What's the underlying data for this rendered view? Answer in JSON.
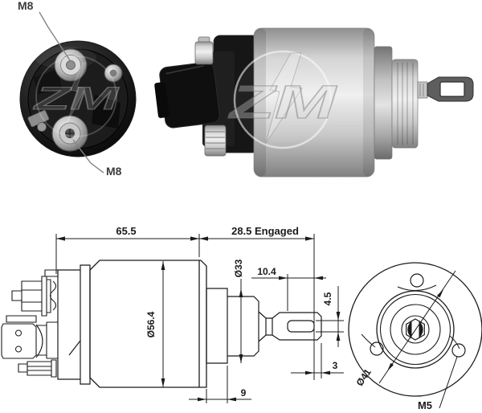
{
  "brand": {
    "watermark": "ZM"
  },
  "photos": {
    "rear_view": {
      "terminal_label_top": "M8",
      "terminal_label_bottom": "M8"
    },
    "side_view": {}
  },
  "drawing": {
    "side_view": {
      "body_length": "65.5",
      "plunger_engaged": "28.5 Engaged",
      "flange_diameter": "Ø33",
      "fork_slot_length": "10.4",
      "fork_slot_width": "4.5",
      "body_diameter": "Ø56.4",
      "fork_end_thickness": "3",
      "flange_width": "9"
    },
    "front_view": {
      "bolt_circle_diameter": "Ø41",
      "mounting_thread": "M5"
    }
  },
  "colors": {
    "line": "#1b1b1b",
    "label": "#3c3c3c",
    "metal_light": "#efefef",
    "metal_dark": "#7f7f7f",
    "housing_dark": "#141414"
  }
}
